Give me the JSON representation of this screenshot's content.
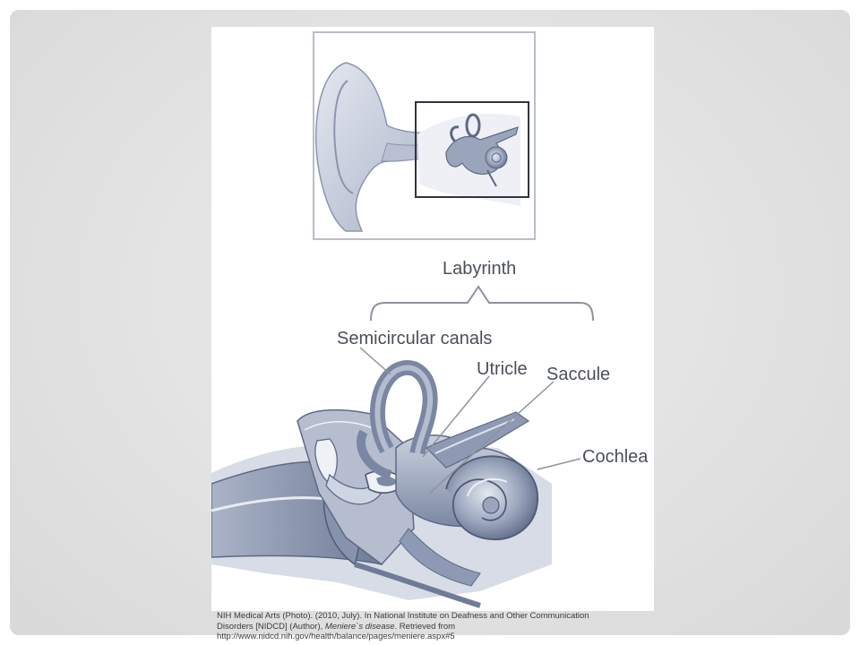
{
  "diagram": {
    "labels": {
      "labyrinth": "Labyrinth",
      "semicircular_canals": "Semicircular canals",
      "utricle": "Utricle",
      "saccule": "Saccule",
      "cochlea": "Cochlea"
    }
  },
  "caption": {
    "line1": "NIH Medical Arts (Photo). (2010, July). In National Institute on Deafness and Other Communication",
    "line2_prefix": "Disorders [NIDCD] (Author), ",
    "line2_title": "Meniere`s disease",
    "line2_suffix": ". Retrieved from",
    "line3": "http://www.nidcd.nih.gov/health/balance/pages/meniere.aspx#5"
  },
  "colors": {
    "slide_background": "#e2e2e2",
    "illustration_blue": "#7e8ba6",
    "label_text": "#4a5058"
  }
}
